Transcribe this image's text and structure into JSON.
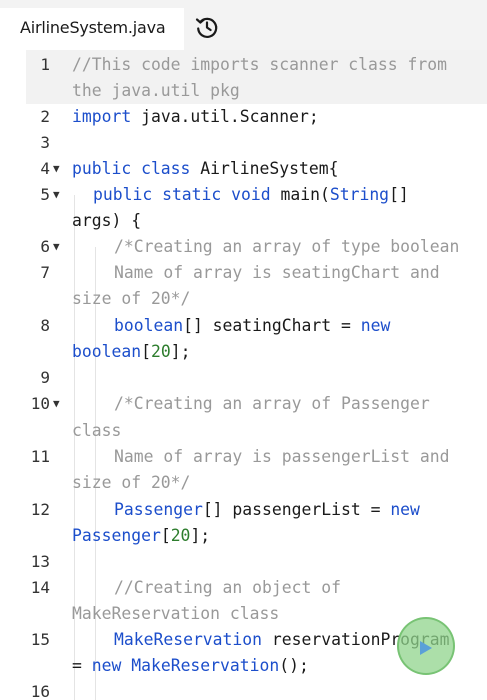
{
  "tab": {
    "filename": "AirlineSystem.java"
  },
  "icons": {
    "history": "history-clock-icon",
    "run": "play-icon",
    "fold": "fold-arrow-icon"
  },
  "colors": {
    "keyword": "#1c4ecb",
    "comment": "#999999",
    "number": "#2d7d2d",
    "run_button": "#90d48c"
  },
  "code": {
    "line_numbers": [
      "1",
      "2",
      "3",
      "4",
      "5",
      "6",
      "7",
      "8",
      "9",
      "10",
      "11",
      "12",
      "13",
      "14",
      "15",
      "16"
    ],
    "l1a": "//This code imports scanner class from",
    "l1b": "the java.util pkg",
    "l2_kw": "import",
    "l2_rest": " java.util.Scanner;",
    "l4_kw": "public class",
    "l4_rest": " AirlineSystem{",
    "l5_kw": "public static void",
    "l5_rest": " main(",
    "l5_type": "String",
    "l5_end": "[]",
    "l5b": "args) {",
    "l6": "/*Creating an array of type boolean",
    "l7a": "Name of array is seatingChart and",
    "l7b": "size of 20*/",
    "l8_kw": "boolean",
    "l8_rest": "[] seatingChart = ",
    "l8_new": "new",
    "l8b_kw": "boolean",
    "l8b_open": "[",
    "l8b_num": "20",
    "l8b_close": "];",
    "l10a": "/*Creating an array of Passenger",
    "l10b": "class",
    "l11a": "Name of array is passengerList and",
    "l11b": "size of 20*/",
    "l12_type": "Passenger",
    "l12_rest": "[] passengerList = ",
    "l12_new": "new",
    "l12b_type": "Passenger",
    "l12b_open": "[",
    "l12b_num": "20",
    "l12b_close": "];",
    "l14a": "//Creating an object of",
    "l14b": "MakeReservation class",
    "l15_type": "MakeReservation",
    "l15_rest": " reservationProgram",
    "l15b_eq": "= ",
    "l15b_new": "new",
    "l15b_type": " MakeReservation",
    "l15b_end": "();"
  }
}
